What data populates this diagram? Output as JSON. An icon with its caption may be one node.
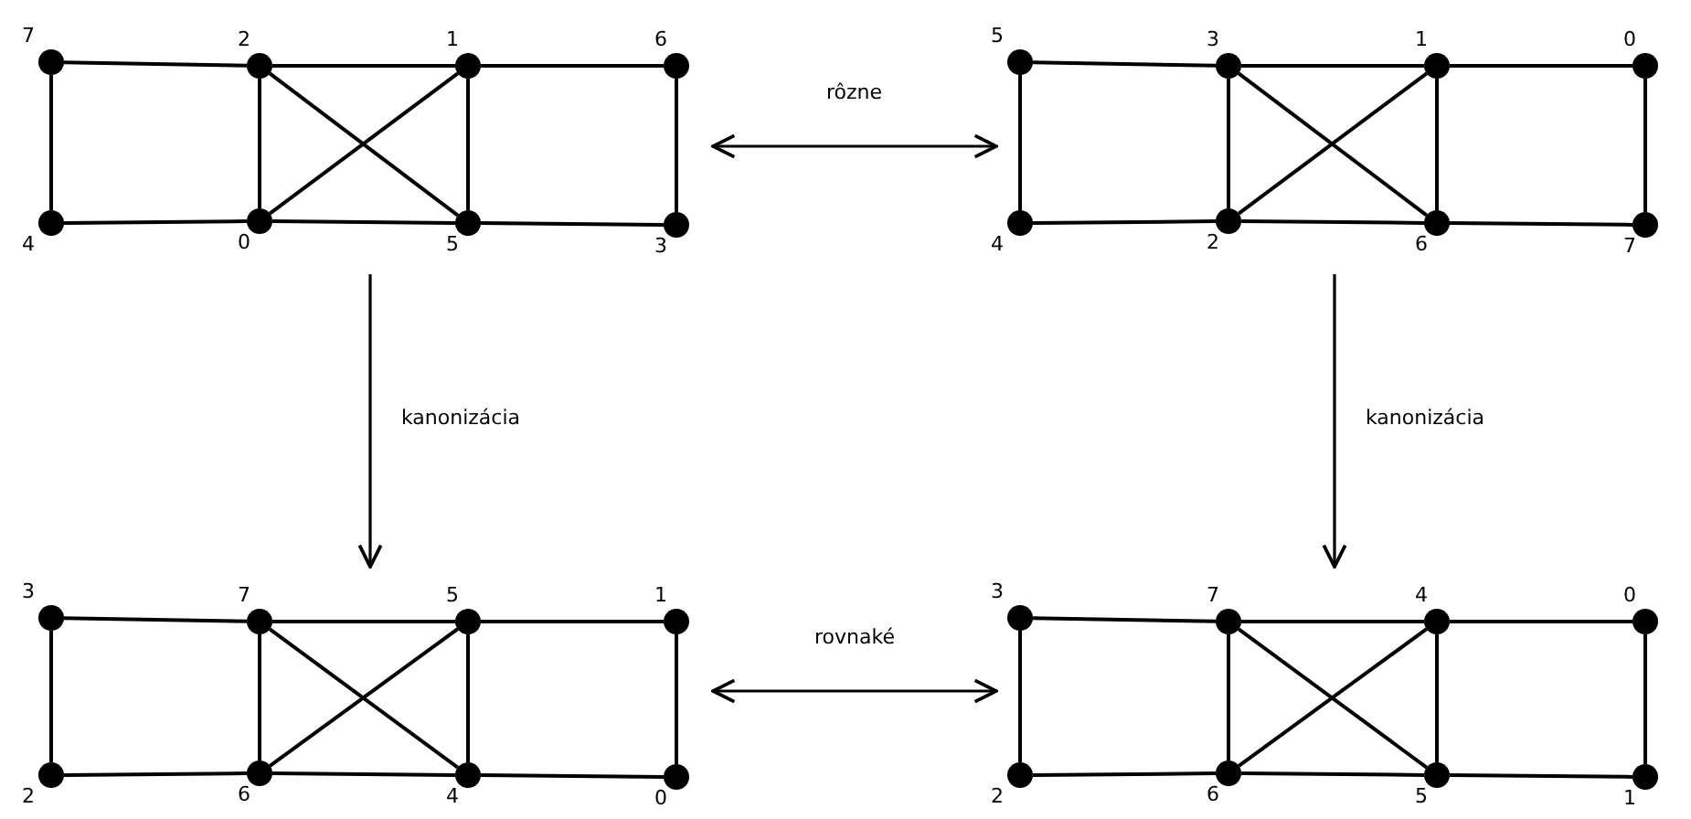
{
  "diagram": {
    "nodes": [
      {
        "text": [],
        "shape": "graph"
      },
      {
        "text": [
          "7"
        ],
        "in": 0
      },
      {
        "text": [
          "2"
        ],
        "in": 0
      },
      {
        "text": [
          "1"
        ],
        "in": 0
      },
      {
        "text": [
          "6"
        ],
        "in": 0
      },
      {
        "text": [
          "4"
        ],
        "in": 0
      },
      {
        "text": [
          "0"
        ],
        "in": 0
      },
      {
        "text": [
          "5"
        ],
        "in": 0
      },
      {
        "text": [
          "3"
        ],
        "in": 0
      },
      {
        "text": [],
        "shape": "graph"
      },
      {
        "text": [
          "5"
        ],
        "in": 9
      },
      {
        "text": [
          "3"
        ],
        "in": 9
      },
      {
        "text": [
          "1"
        ],
        "in": 9
      },
      {
        "text": [
          "0"
        ],
        "in": 9
      },
      {
        "text": [
          "4"
        ],
        "in": 9
      },
      {
        "text": [
          "2"
        ],
        "in": 9
      },
      {
        "text": [
          "6"
        ],
        "in": 9
      },
      {
        "text": [
          "7"
        ],
        "in": 9
      },
      {
        "text": [],
        "shape": "graph"
      },
      {
        "text": [
          "3"
        ],
        "in": 18
      },
      {
        "text": [
          "7"
        ],
        "in": 18
      },
      {
        "text": [
          "5"
        ],
        "in": 18
      },
      {
        "text": [
          "1"
        ],
        "in": 18
      },
      {
        "text": [
          "2"
        ],
        "in": 18
      },
      {
        "text": [
          "6"
        ],
        "in": 18
      },
      {
        "text": [
          "4"
        ],
        "in": 18
      },
      {
        "text": [
          "0"
        ],
        "in": 18
      },
      {
        "text": [],
        "shape": "graph"
      },
      {
        "text": [
          "3"
        ],
        "in": 27
      },
      {
        "text": [
          "7"
        ],
        "in": 27
      },
      {
        "text": [
          "4"
        ],
        "in": 27
      },
      {
        "text": [
          "0"
        ],
        "in": 27
      },
      {
        "text": [
          "2"
        ],
        "in": 27
      },
      {
        "text": [
          "6"
        ],
        "in": 27
      },
      {
        "text": [
          "5"
        ],
        "in": 27
      },
      {
        "text": [
          "1"
        ],
        "in": 27
      }
    ],
    "edges": [
      {
        "from": 0,
        "to": 9,
        "arrow": "both",
        "label": "rôzne"
      },
      {
        "from": 0,
        "to": 18,
        "arrow": "to",
        "label": "kanonizácia"
      },
      {
        "from": 9,
        "to": 27,
        "arrow": "to",
        "label": "kanonizácia"
      },
      {
        "from": 18,
        "to": 27,
        "arrow": "both",
        "label": "rovnaké"
      },
      {
        "from": 1,
        "to": 2,
        "arrow": "none"
      },
      {
        "from": 2,
        "to": 3,
        "arrow": "none"
      },
      {
        "from": 3,
        "to": 4,
        "arrow": "none"
      },
      {
        "from": 1,
        "to": 5,
        "arrow": "none"
      },
      {
        "from": 2,
        "to": 6,
        "arrow": "none"
      },
      {
        "from": 3,
        "to": 7,
        "arrow": "none"
      },
      {
        "from": 4,
        "to": 8,
        "arrow": "none"
      },
      {
        "from": 5,
        "to": 6,
        "arrow": "none"
      },
      {
        "from": 6,
        "to": 7,
        "arrow": "none"
      },
      {
        "from": 7,
        "to": 8,
        "arrow": "none"
      },
      {
        "from": 2,
        "to": 7,
        "arrow": "none"
      },
      {
        "from": 6,
        "to": 3,
        "arrow": "none"
      },
      {
        "from": 10,
        "to": 11,
        "arrow": "none"
      },
      {
        "from": 11,
        "to": 12,
        "arrow": "none"
      },
      {
        "from": 12,
        "to": 13,
        "arrow": "none"
      },
      {
        "from": 10,
        "to": 14,
        "arrow": "none"
      },
      {
        "from": 11,
        "to": 15,
        "arrow": "none"
      },
      {
        "from": 12,
        "to": 16,
        "arrow": "none"
      },
      {
        "from": 13,
        "to": 17,
        "arrow": "none"
      },
      {
        "from": 14,
        "to": 15,
        "arrow": "none"
      },
      {
        "from": 15,
        "to": 16,
        "arrow": "none"
      },
      {
        "from": 16,
        "to": 17,
        "arrow": "none"
      },
      {
        "from": 11,
        "to": 16,
        "arrow": "none"
      },
      {
        "from": 15,
        "to": 12,
        "arrow": "none"
      },
      {
        "from": 19,
        "to": 20,
        "arrow": "none"
      },
      {
        "from": 20,
        "to": 21,
        "arrow": "none"
      },
      {
        "from": 21,
        "to": 22,
        "arrow": "none"
      },
      {
        "from": 19,
        "to": 23,
        "arrow": "none"
      },
      {
        "from": 20,
        "to": 24,
        "arrow": "none"
      },
      {
        "from": 21,
        "to": 25,
        "arrow": "none"
      },
      {
        "from": 22,
        "to": 26,
        "arrow": "none"
      },
      {
        "from": 23,
        "to": 24,
        "arrow": "none"
      },
      {
        "from": 24,
        "to": 25,
        "arrow": "none"
      },
      {
        "from": 25,
        "to": 26,
        "arrow": "none"
      },
      {
        "from": 20,
        "to": 25,
        "arrow": "none"
      },
      {
        "from": 24,
        "to": 21,
        "arrow": "none"
      },
      {
        "from": 28,
        "to": 29,
        "arrow": "none"
      },
      {
        "from": 29,
        "to": 30,
        "arrow": "none"
      },
      {
        "from": 30,
        "to": 31,
        "arrow": "none"
      },
      {
        "from": 28,
        "to": 32,
        "arrow": "none"
      },
      {
        "from": 29,
        "to": 33,
        "arrow": "none"
      },
      {
        "from": 30,
        "to": 34,
        "arrow": "none"
      },
      {
        "from": 31,
        "to": 35,
        "arrow": "none"
      },
      {
        "from": 32,
        "to": 33,
        "arrow": "none"
      },
      {
        "from": 33,
        "to": 34,
        "arrow": "none"
      },
      {
        "from": 34,
        "to": 35,
        "arrow": "none"
      },
      {
        "from": 29,
        "to": 34,
        "arrow": "none"
      },
      {
        "from": 33,
        "to": 30,
        "arrow": "none"
      }
    ]
  }
}
